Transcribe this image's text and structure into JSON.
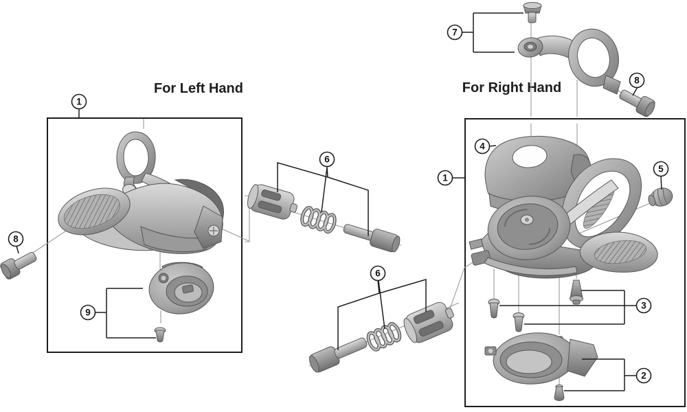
{
  "titles": {
    "left": "For Left Hand",
    "right": "For Right Hand"
  },
  "callouts": {
    "left_unit": "1",
    "left_fixing_bolt": "8",
    "left_bracket_unit": "9",
    "left_cable_fixing_unit": "6",
    "right_cable_fixing_unit": "6",
    "right_unit": "1",
    "right_clamp_band": "7",
    "right_fixing_bolt": "8",
    "right_upper_cover": "4",
    "right_end_cap": "5",
    "right_fixing_screws": "3",
    "right_bracket_unit": "2"
  },
  "colors": {
    "background": "#ffffff",
    "outline": "#1c1c1c",
    "guide_line": "#9a9a9a",
    "part_light": "#d8d8d8",
    "part_mid": "#a9a9a9",
    "part_dark": "#6e6e6e"
  }
}
